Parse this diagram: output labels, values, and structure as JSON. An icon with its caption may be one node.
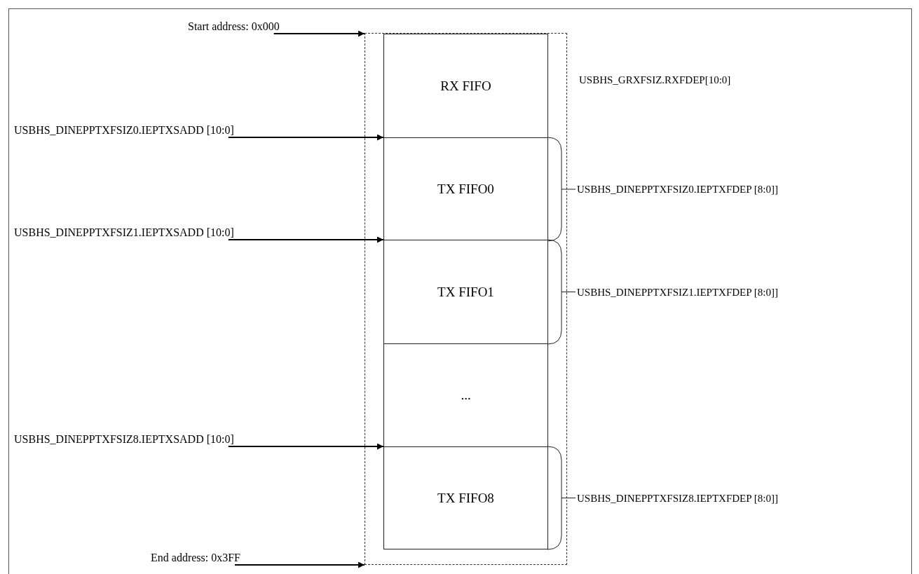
{
  "diagram": {
    "nodes": [
      {
        "text": [
          "Start address: 0x000"
        ]
      },
      {
        "text": [],
        "shape": "box"
      },
      {
        "text": [
          "RX FIFO"
        ],
        "in": 1,
        "beside": [
          "USBHS_GRXFSIZ.RXFDEP[10:0]"
        ]
      },
      {
        "text": [
          "USBHS_DINEPPTXFSIZ0.IEPTXSADD [10:0]"
        ]
      },
      {
        "text": [
          "TX FIFO0"
        ],
        "in": 1,
        "beside": [
          "USBHS_DINEPPTXFSIZ0.IEPTXFDEP [8:0]]"
        ]
      },
      {
        "text": [
          "USBHS_DINEPPTXFSIZ1.IEPTXSADD [10:0]"
        ]
      },
      {
        "text": [
          "TX FIFO1"
        ],
        "in": 1,
        "beside": [
          "USBHS_DINEPPTXFSIZ1.IEPTXFDEP [8:0]]"
        ]
      },
      {
        "text": [
          "..."
        ],
        "in": 1
      },
      {
        "text": [
          "USBHS_DINEPPTXFSIZ8.IEPTXSADD [10:0]"
        ]
      },
      {
        "text": [
          "TX FIFO8"
        ],
        "in": 1,
        "beside": [
          "USBHS_DINEPPTXFSIZ8.IEPTXFDEP [8:0]]"
        ]
      },
      {
        "text": [
          "End address: 0x3FF"
        ]
      }
    ],
    "edges": [
      {
        "from": 0,
        "to": 1,
        "arrow": "to"
      },
      {
        "from": 3,
        "to": 4,
        "arrow": "to"
      },
      {
        "from": 5,
        "to": 6,
        "arrow": "to"
      },
      {
        "from": 8,
        "to": 9,
        "arrow": "to"
      },
      {
        "from": 10,
        "to": 1,
        "arrow": "to"
      }
    ]
  }
}
